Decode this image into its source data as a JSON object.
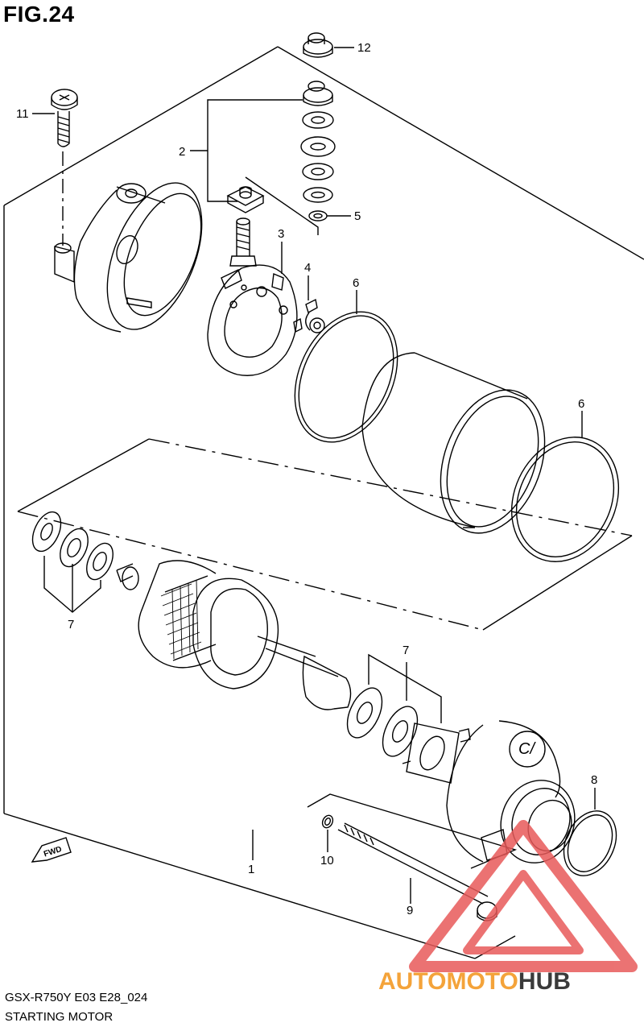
{
  "figure": {
    "title": "FIG.24",
    "model_code": "GSX-R750Y E03 E28_024",
    "name": "STARTING MOTOR"
  },
  "callouts": [
    {
      "number": "1"
    },
    {
      "number": "2"
    },
    {
      "number": "3"
    },
    {
      "number": "4"
    },
    {
      "number": "5"
    },
    {
      "number": "6"
    },
    {
      "number": "6"
    },
    {
      "number": "7"
    },
    {
      "number": "7"
    },
    {
      "number": "8"
    },
    {
      "number": "9"
    },
    {
      "number": "10"
    },
    {
      "number": "11"
    },
    {
      "number": "12"
    }
  ],
  "direction_marker": {
    "text": "FWD"
  },
  "housing_mark": {
    "text": "C/"
  },
  "watermark": {
    "part1": "AUTO",
    "part2": "MOTO",
    "part3": "HUB",
    "color_accent": "#f4a33a",
    "color_red": "#e85a5a",
    "color_dark": "#3a3a3a"
  }
}
